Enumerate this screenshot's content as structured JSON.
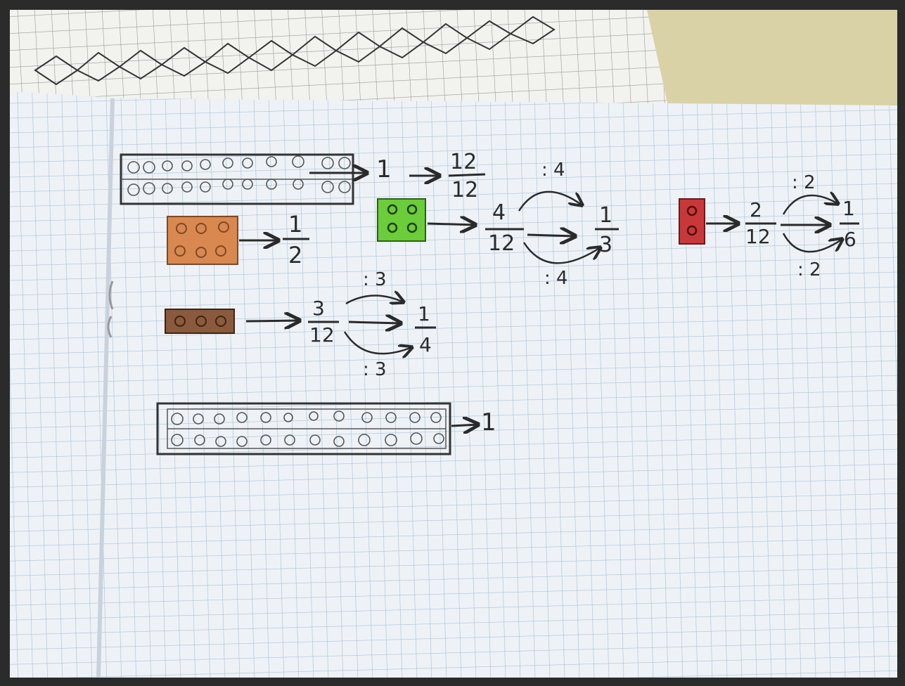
{
  "scene": {
    "description_colors": {
      "frame": "#2b2b2b",
      "desk": "#d9d2a6",
      "paper": "#eef2f6",
      "grid": "#a8c3dd",
      "ink": "#2a2a2a",
      "orange_brick": "#d9884f",
      "green_brick": "#6ccd3a",
      "red_brick": "#c8383a",
      "brown_brick": "#8b5a3c"
    }
  },
  "notes": {
    "whole_top": "1",
    "whole_top_frac_num": "12",
    "whole_top_frac_den": "12",
    "half_num": "1",
    "half_den": "2",
    "green_num": "4",
    "green_den": "12",
    "green_op_top": ": 4",
    "green_op_bottom": ": 4",
    "green_res_num": "1",
    "green_res_den": "3",
    "red_num": "2",
    "red_den": "12",
    "red_op_top": ": 2",
    "red_op_bottom": ": 2",
    "red_res_num": "1",
    "red_res_den": "6",
    "brown_num": "3",
    "brown_den": "12",
    "brown_op_top": ": 3",
    "brown_op_bottom": ": 3",
    "brown_res_num": "1",
    "brown_res_den": "4",
    "whole_bottom": "1"
  }
}
